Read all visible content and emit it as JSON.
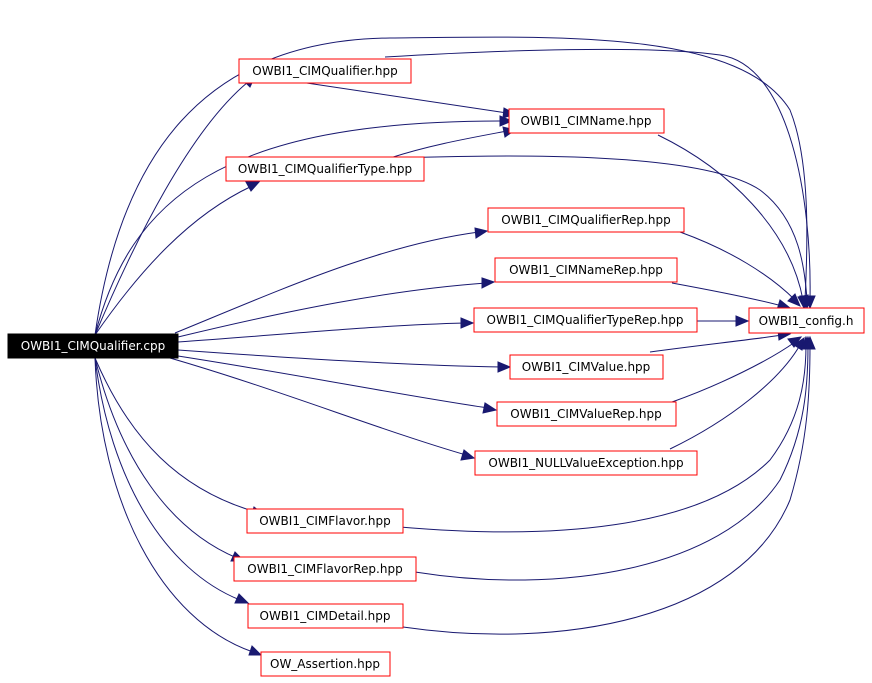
{
  "nodes": {
    "root": "OWBI1_CIMQualifier.cpp",
    "qualifier_hpp": "OWBI1_CIMQualifier.hpp",
    "name_hpp": "OWBI1_CIMName.hpp",
    "qualifier_type_hpp": "OWBI1_CIMQualifierType.hpp",
    "qualifier_rep_hpp": "OWBI1_CIMQualifierRep.hpp",
    "name_rep_hpp": "OWBI1_CIMNameRep.hpp",
    "qualifier_type_rep_hpp": "OWBI1_CIMQualifierTypeRep.hpp",
    "value_hpp": "OWBI1_CIMValue.hpp",
    "value_rep_hpp": "OWBI1_CIMValueRep.hpp",
    "null_value_exception_hpp": "OWBI1_NULLValueException.hpp",
    "flavor_hpp": "OWBI1_CIMFlavor.hpp",
    "flavor_rep_hpp": "OWBI1_CIMFlavorRep.hpp",
    "detail_hpp": "OWBI1_CIMDetail.hpp",
    "assertion_hpp": "OW_Assertion.hpp",
    "config_h": "OWBI1_config.h"
  },
  "colors": {
    "edge": "#191970",
    "node_border": "#ff0000",
    "root_fill": "#000000",
    "root_text": "#ffffff"
  }
}
